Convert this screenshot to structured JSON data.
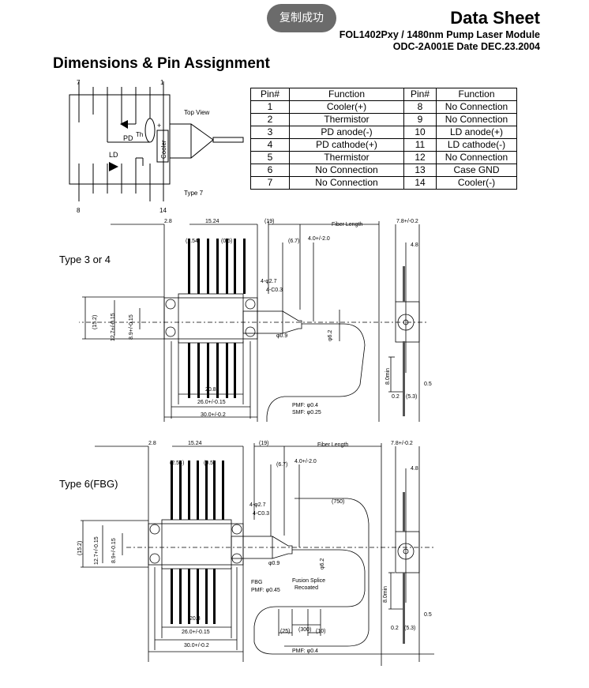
{
  "toast": {
    "text": "复制成功"
  },
  "header": {
    "title": "Data Sheet",
    "subtitle": "FOL1402Pxy / 1480nm Pump Laser Module",
    "doc_info": "ODC-2A001E Date DEC.23.2004"
  },
  "section": {
    "title": "Dimensions & Pin Assignment"
  },
  "schematic": {
    "pin_top_left": "7",
    "pin_top_right": "1",
    "pin_bottom_left": "8",
    "pin_bottom_right": "14",
    "view_label": "Top View",
    "type_label": "Type 7",
    "pd_label": "PD",
    "ld_label": "LD",
    "th_label": "Th",
    "cooler_label": "Cooler",
    "plus_label": "+"
  },
  "pin_table": {
    "headers": [
      "Pin#",
      "Function",
      "Pin#",
      "Function"
    ],
    "rows": [
      [
        "1",
        "Cooler(+)",
        "8",
        "No Connection"
      ],
      [
        "2",
        "Thermistor",
        "9",
        "No Connection"
      ],
      [
        "3",
        "PD anode(-)",
        "10",
        "LD anode(+)"
      ],
      [
        "4",
        "PD cathode(+)",
        "11",
        "LD cathode(-)"
      ],
      [
        "5",
        "Thermistor",
        "12",
        "No Connection"
      ],
      [
        "6",
        "No Connection",
        "13",
        "Case GND"
      ],
      [
        "7",
        "No Connection",
        "14",
        "Cooler(-)"
      ]
    ]
  },
  "drawing1": {
    "type_label": "Type 3 or 4",
    "dims": {
      "d2_8": "2.8",
      "d15_24": "15.24",
      "d19": "(19)",
      "fiber_length": "Fiber Length",
      "d2_54": "(2.54)",
      "d0_5": "(0.5)",
      "d6_7": "(6.7)",
      "d4_0": "4.0+/-2.0",
      "hole": "4-φ2.7",
      "chamfer": "4-C0.3",
      "d15_2": "(15.2)",
      "d12_7": "12.7+/-0.15",
      "d8_9": "8.9+/-0.15",
      "phi0_9": "φ0.9",
      "phi6_2": "φ6.2",
      "d20_8": "20.8",
      "d26": "26.0+/-0.15",
      "d30": "30.0+/-0.2",
      "pmf": "PMF: φ0.4",
      "smf": "SMF: φ0.25",
      "side_w": "7.8+/-0.2",
      "side_4_8": "4.8",
      "side_8min": "8.0min",
      "side_0_5": "0.5",
      "side_0_2": "0.2",
      "side_5_3": "(5.3)"
    }
  },
  "drawing2": {
    "type_label": "Type 6(FBG)",
    "dims": {
      "d2_8": "2.8",
      "d15_24": "15.24",
      "d19": "(19)",
      "fiber_length": "Fiber Length",
      "d2_54": "(2.54)",
      "d0_5": "(0.5)",
      "d6_7": "(6.7)",
      "d4_0": "4.0+/-2.0",
      "d750": "(750)",
      "hole": "4-φ2.7",
      "chamfer": "4-C0.3",
      "d15_2": "(15.2)",
      "d12_7": "12.7+/-0.15",
      "d8_9": "8.9+/-0.15",
      "phi0_9": "φ0.9",
      "phi6_2": "φ6.2",
      "fbg": "FBG",
      "fbg_pmf": "PMF: φ0.45",
      "splice1": "Fusion Splice",
      "splice2": "Recoated",
      "d25": "(25)",
      "d300": "(300)",
      "d10": "(10)",
      "d20_8": "20.8",
      "d26": "26.0+/-0.15",
      "d30": "30.0+/-0.2",
      "pmf": "PMF: φ0.4",
      "side_w": "7.8+/-0.2",
      "side_4_8": "4.8",
      "side_8min": "8.0min",
      "side_0_5": "0.5",
      "side_0_2": "0.2",
      "side_5_3": "(5.3)"
    }
  }
}
